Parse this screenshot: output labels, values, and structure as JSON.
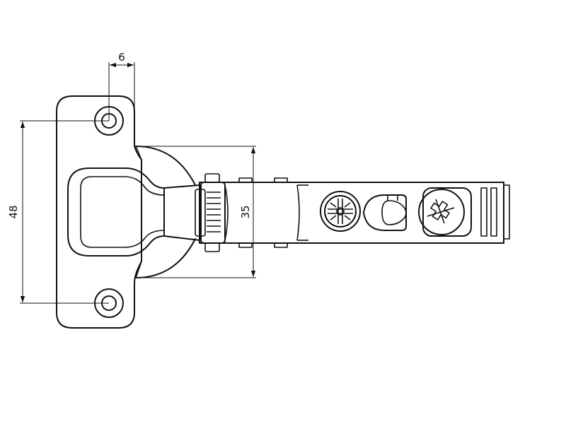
{
  "drawing": {
    "dimensions": {
      "hole_offset": "6",
      "hole_spacing": "48",
      "cup_diameter": "35"
    },
    "colors": {
      "line": "#111111",
      "background": "#ffffff"
    }
  }
}
